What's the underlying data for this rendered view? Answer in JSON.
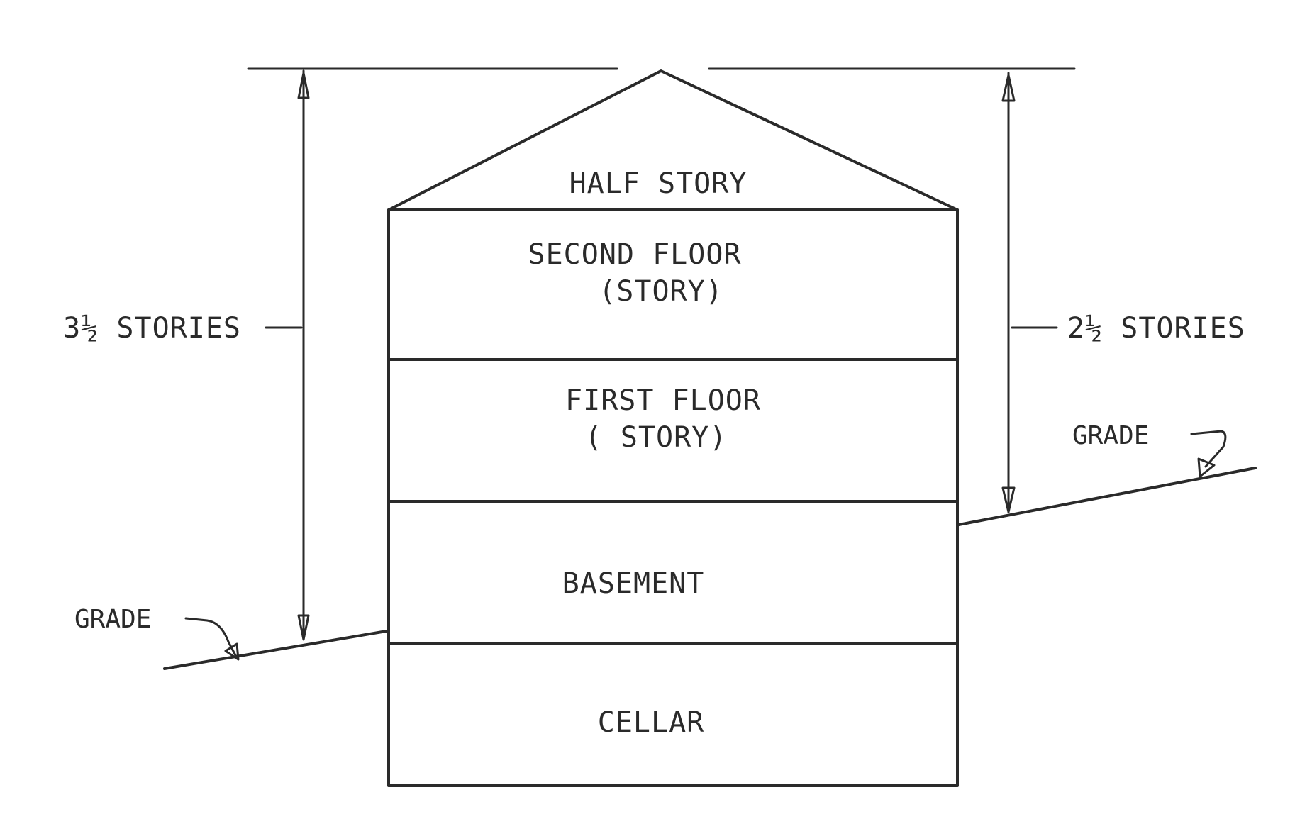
{
  "floors": {
    "half_story": "HALF STORY",
    "second_floor_line1": "SECOND FLOOR",
    "second_floor_line2": "(STORY)",
    "first_floor_line1": "FIRST FLOOR",
    "first_floor_line2": "( STORY)",
    "basement": "BASEMENT",
    "cellar": "CELLAR"
  },
  "dimensions": {
    "left_label": "3½ STORIES",
    "right_label": "2½ STORIES"
  },
  "grade": {
    "left_label": "GRADE",
    "right_label": "GRADE"
  }
}
